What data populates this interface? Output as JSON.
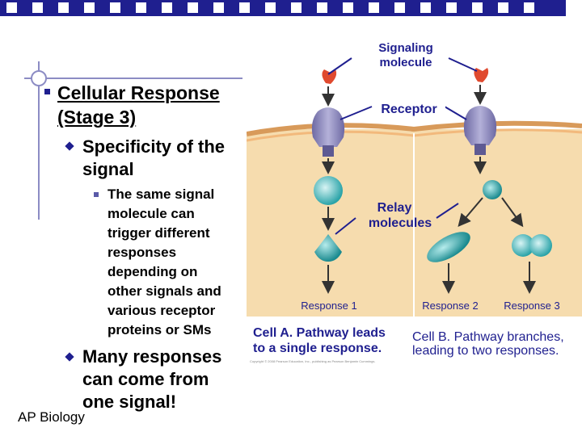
{
  "slide": {
    "heading_line1": "Cellular Response",
    "heading_line2": "(Stage 3)",
    "sub_bullet_line1": "Specificity of the",
    "sub_bullet_line2": "signal",
    "detail_lines": [
      "The same signal",
      "molecule can",
      "trigger different",
      "responses",
      "depending on",
      "other signals and",
      "various receptor",
      "proteins or SMs"
    ],
    "second_bullet_lines": [
      "Many responses",
      "can come from",
      "one signal!"
    ],
    "footer": "AP Biology"
  },
  "figure": {
    "signaling_label_line1": "Signaling",
    "signaling_label_line2": "molecule",
    "receptor_label": "Receptor",
    "relay_label_line1": "Relay",
    "relay_label_line2": "molecules",
    "response1": "Response 1",
    "response2": "Response 2",
    "response3": "Response 3",
    "caption_a_line1": "Cell A. Pathway leads",
    "caption_a_line2": "to a single response.",
    "caption_b_line1": "Cell B. Pathway branches,",
    "caption_b_line2": "leading to two responses.",
    "copyright": "Copyright © 2008 Pearson Education, Inc., publishing as Pearson Benjamin Cummings.",
    "colors": {
      "cell_fill": "#f6dcae",
      "membrane": "#d89a5a",
      "receptor": "#8a86b8",
      "signal": "#e04a2f",
      "relay": "#2aa3a8",
      "arrow": "#333333",
      "bar": "#1f1f8f"
    }
  }
}
